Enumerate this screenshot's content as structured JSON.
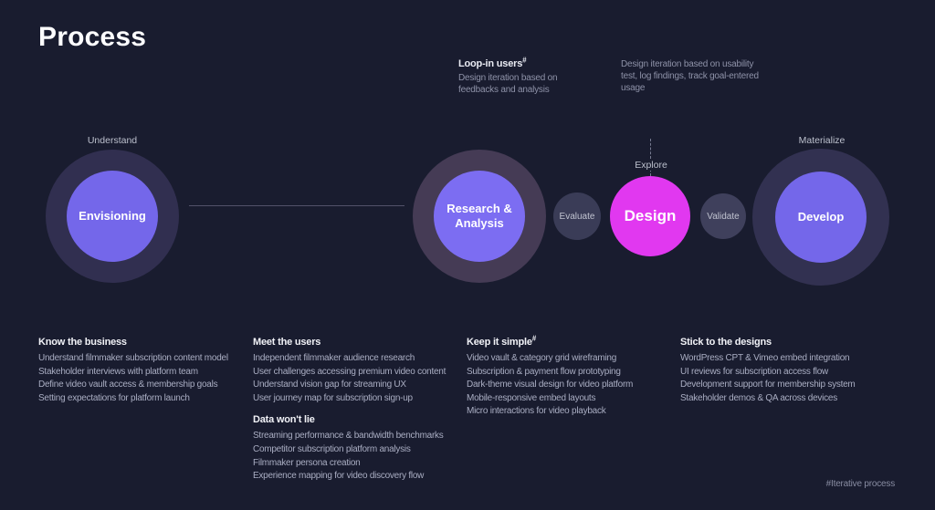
{
  "page": {
    "title": "Process",
    "footer": "#Iterative process"
  },
  "annotations": {
    "loop_in": {
      "heading": "Loop-in users",
      "sup": "#",
      "body": "Design iteration based on feedbacks and analysis"
    },
    "usability_note": {
      "body": "Design iteration based on usability test, log findings, track goal-entered usage"
    }
  },
  "phases": {
    "understand": "Understand",
    "explore": "Explore",
    "materialize": "Materialize"
  },
  "circles": {
    "envisioning": "Envisioning",
    "research": "Research & Analysis",
    "evaluate": "Evaluate",
    "design": "Design",
    "validate": "Validate",
    "develop": "Develop"
  },
  "columns": [
    {
      "sections": [
        {
          "heading": "Know the business",
          "items": [
            "Understand filmmaker subscription content model",
            "Stakeholder interviews with platform team",
            "Define video vault access & membership goals",
            "Setting expectations for platform launch"
          ]
        }
      ]
    },
    {
      "sections": [
        {
          "heading": "Meet the users",
          "items": [
            "Independent filmmaker audience research",
            "User challenges accessing premium video content",
            "Understand vision gap for streaming UX",
            "User journey map for subscription sign-up"
          ]
        },
        {
          "heading": "Data won't lie",
          "items": [
            "Streaming performance & bandwidth benchmarks",
            "Competitor subscription platform analysis",
            "Filmmaker persona creation",
            "Experience mapping for video discovery flow"
          ]
        }
      ]
    },
    {
      "sections": [
        {
          "heading": "Keep it simple",
          "sup": "#",
          "items": [
            "Video vault & category grid wireframing",
            "Subscription & payment flow prototyping",
            "Dark-theme visual design for video platform",
            "Mobile-responsive embed layouts",
            "Micro interactions for video playback"
          ]
        }
      ]
    },
    {
      "sections": [
        {
          "heading": "Stick to the designs",
          "items": [
            "WordPress CPT & Vimeo embed integration",
            "UI reviews for subscription access flow",
            "Development support for membership system",
            "Stakeholder demos & QA across devices"
          ]
        }
      ]
    }
  ],
  "colors": {
    "background": "#191c2f",
    "primary_purple": "#7467ea",
    "research_purple": "#7c6df2",
    "accent_magenta": "#e138f0",
    "ring_dark": "#312f50",
    "ring_plum": "#453b55",
    "small_circle": "#3a3c57"
  }
}
